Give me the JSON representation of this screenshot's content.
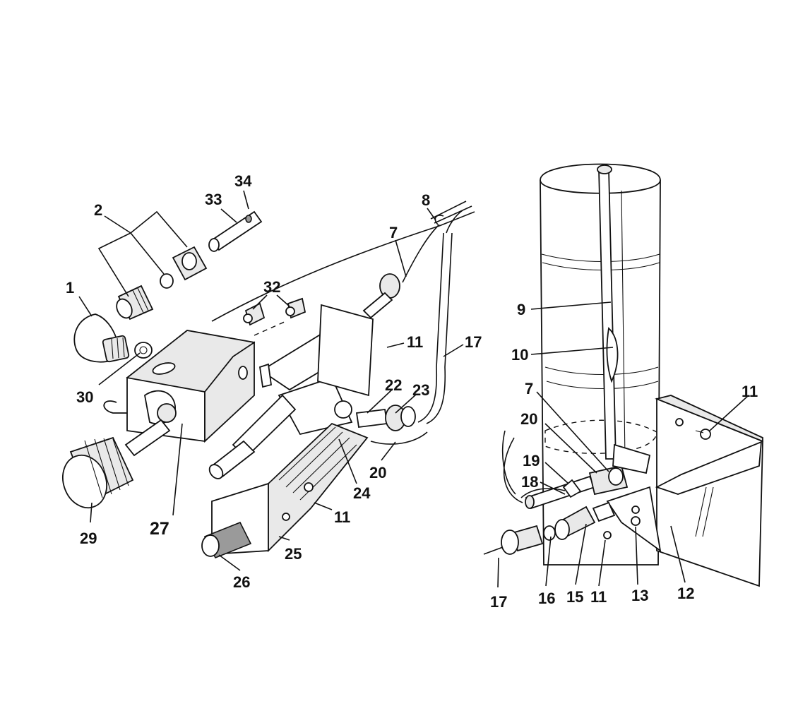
{
  "callouts": [
    {
      "id": "c1",
      "text": "1"
    },
    {
      "id": "c2",
      "text": "2"
    },
    {
      "id": "c33",
      "text": "33"
    },
    {
      "id": "c34",
      "text": "34"
    },
    {
      "id": "c8",
      "text": "8"
    },
    {
      "id": "c7a",
      "text": "7"
    },
    {
      "id": "c32",
      "text": "32"
    },
    {
      "id": "c11a",
      "text": "11"
    },
    {
      "id": "c17a",
      "text": "17"
    },
    {
      "id": "c30",
      "text": "30"
    },
    {
      "id": "c22",
      "text": "22"
    },
    {
      "id": "c23",
      "text": "23"
    },
    {
      "id": "c20a",
      "text": "20"
    },
    {
      "id": "c24",
      "text": "24"
    },
    {
      "id": "c11b",
      "text": "11"
    },
    {
      "id": "c27",
      "text": "27"
    },
    {
      "id": "c29",
      "text": "29"
    },
    {
      "id": "c25",
      "text": "25"
    },
    {
      "id": "c26",
      "text": "26"
    },
    {
      "id": "c9",
      "text": "9"
    },
    {
      "id": "c10",
      "text": "10"
    },
    {
      "id": "c7b",
      "text": "7"
    },
    {
      "id": "c20b",
      "text": "20"
    },
    {
      "id": "c19",
      "text": "19"
    },
    {
      "id": "c18",
      "text": "18"
    },
    {
      "id": "c11c",
      "text": "11"
    },
    {
      "id": "c17b",
      "text": "17"
    },
    {
      "id": "c16",
      "text": "16"
    },
    {
      "id": "c15",
      "text": "15"
    },
    {
      "id": "c11d",
      "text": "11"
    },
    {
      "id": "c13",
      "text": "13"
    },
    {
      "id": "c12",
      "text": "12"
    }
  ]
}
